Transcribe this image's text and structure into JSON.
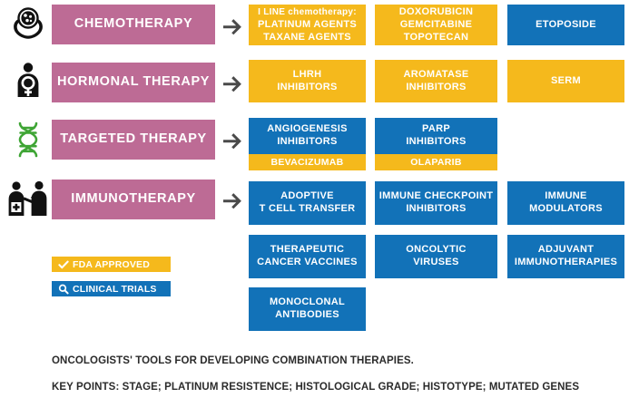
{
  "categories": [
    {
      "icon": "hands-holding-cell-icon",
      "label": "CHEMOTHERAPY"
    },
    {
      "icon": "female-patient-icon",
      "label": "HORMONAL THERAPY"
    },
    {
      "icon": "dna-helix-icon",
      "label": "TARGETED THERAPY"
    },
    {
      "icon": "doctor-patient-icon",
      "label": "IMMUNOTHERAPY"
    }
  ],
  "arrow_icon": "arrow-right-icon",
  "treatments": {
    "chemotherapy": [
      {
        "lead": "I LINE chemotherapy:",
        "line1": "PLATINUM AGENTS",
        "line2": "TAXANE AGENTS",
        "color": "yellow"
      },
      {
        "line1": "DOXORUBICIN",
        "line2": "GEMCITABINE",
        "line3": "TOPOTECAN",
        "color": "yellow"
      },
      {
        "line1": "ETOPOSIDE",
        "color": "blue"
      }
    ],
    "hormonal_therapy": [
      {
        "line1": "LHRH",
        "line2": "INHIBITORS",
        "color": "yellow"
      },
      {
        "line1": "AROMATASE",
        "line2": "INHIBITORS",
        "color": "yellow"
      },
      {
        "line1": "SERM",
        "color": "yellow"
      }
    ],
    "targeted_therapy": [
      {
        "line1": "ANGIOGENESIS",
        "line2": "INHIBITORS",
        "color": "blue",
        "strip": "BEVACIZUMAB"
      },
      {
        "line1": "PARP",
        "line2": "INHIBITORS",
        "color": "blue",
        "strip": "OLAPARIB"
      }
    ],
    "immunotherapy": [
      {
        "line1": "ADOPTIVE",
        "line2": "T CELL TRANSFER",
        "color": "blue"
      },
      {
        "line1": "IMMUNE CHECKPOINT",
        "line2": "INHIBITORS",
        "color": "blue"
      },
      {
        "line1": "IMMUNE",
        "line2": "MODULATORS",
        "color": "blue"
      },
      {
        "line1": "THERAPEUTIC",
        "line2": "CANCER VACCINES",
        "color": "blue"
      },
      {
        "line1": "ONCOLYTIC",
        "line2": "VIRUSES",
        "color": "blue"
      },
      {
        "line1": "ADJUVANT",
        "line2": "IMMUNOTHERAPIES",
        "color": "blue"
      },
      {
        "line1": "MONOCLONAL",
        "line2": "ANTIBODIES",
        "color": "blue"
      }
    ]
  },
  "legend": [
    {
      "icon": "check-icon",
      "label": "FDA APPROVED",
      "color": "#f5b91c"
    },
    {
      "icon": "magnifier-icon",
      "label": "CLINICAL TRIALS",
      "color": "#1272b8"
    }
  ],
  "footer": {
    "line1": "ONCOLOGISTS' TOOLS FOR DEVELOPING COMBINATION THERAPIES.",
    "line2": "KEY POINTS: STAGE; PLATINUM RESISTENCE; HISTOLOGICAL GRADE; HISTOTYPE; MUTATED GENES"
  },
  "colors": {
    "category": "#bd6b95",
    "approved": "#f5b91c",
    "trials": "#1272b8",
    "dna": "#3fa535",
    "arrow": "#4a4a4a"
  }
}
